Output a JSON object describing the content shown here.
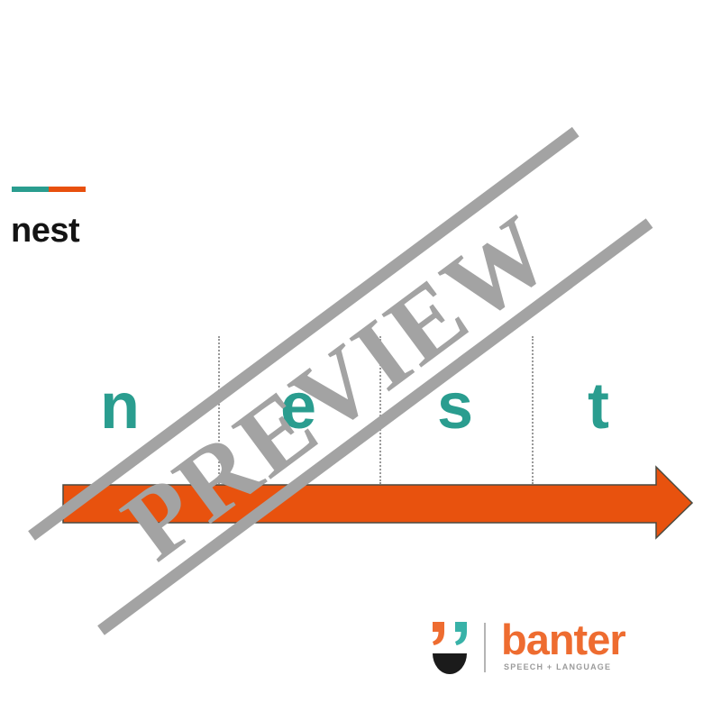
{
  "colors": {
    "teal": "#2A9D8F",
    "teal-light": "#38B2A8",
    "orange": "#E8500E",
    "arrow-orange": "#E8520E",
    "banter-orange": "#EE6C30",
    "gray-watermark": "#a3a3a3",
    "gray-tagline": "#9b9b9b",
    "ink": "#141414"
  },
  "brand_header": {
    "word": "nest"
  },
  "word_strip": {
    "letters": [
      {
        "char": "n"
      },
      {
        "char": "e"
      },
      {
        "char": "s"
      },
      {
        "char": "t"
      }
    ],
    "separators": 3,
    "letter_color": "#2A9D8F"
  },
  "arrow": {
    "direction": "right",
    "fill": "#E8520E",
    "outline": "#4a4a40"
  },
  "watermark": {
    "text": "PREVIEW",
    "color": "#a3a3a3"
  },
  "footer_logo": {
    "wordmark": "banter",
    "tagline": "SPEECH + LANGUAGE",
    "mark": {
      "comma_left_color": "#EE6C30",
      "comma_right_color": "#38B2A8",
      "bowl_color": "#1b1b1b"
    }
  }
}
